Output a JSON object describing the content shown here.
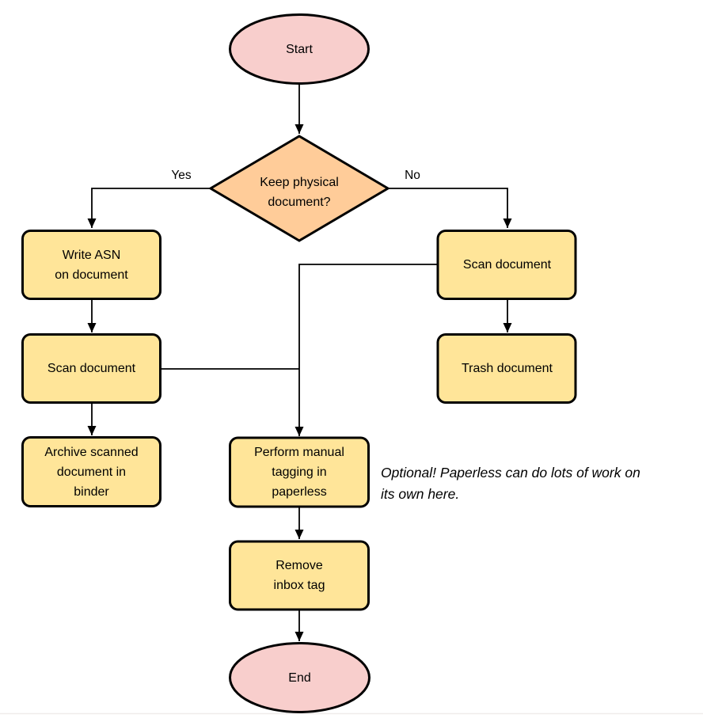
{
  "diagram": {
    "colors": {
      "terminal_fill": "#f8cecc",
      "decision_fill": "#ffcc99",
      "process_fill": "#ffe599",
      "stroke": "#000000"
    },
    "nodes": {
      "start": {
        "label": "Start"
      },
      "decision": {
        "lines": [
          "Keep physical",
          "document?"
        ]
      },
      "write_asn": {
        "lines": [
          "Write ASN",
          "on document"
        ]
      },
      "scan_left": {
        "label": "Scan document"
      },
      "archive": {
        "lines": [
          "Archive scanned",
          "document in",
          "binder"
        ]
      },
      "scan_right": {
        "label": "Scan document"
      },
      "trash": {
        "label": "Trash document"
      },
      "tagging": {
        "lines": [
          "Perform manual",
          "tagging in",
          "paperless"
        ]
      },
      "remove_inbox": {
        "lines": [
          "Remove",
          "inbox tag"
        ]
      },
      "end": {
        "label": "End"
      }
    },
    "edge_labels": {
      "yes": "Yes",
      "no": "No"
    },
    "note": {
      "lines": [
        "Optional! Paperless can do lots of work on",
        "its own here."
      ]
    }
  }
}
